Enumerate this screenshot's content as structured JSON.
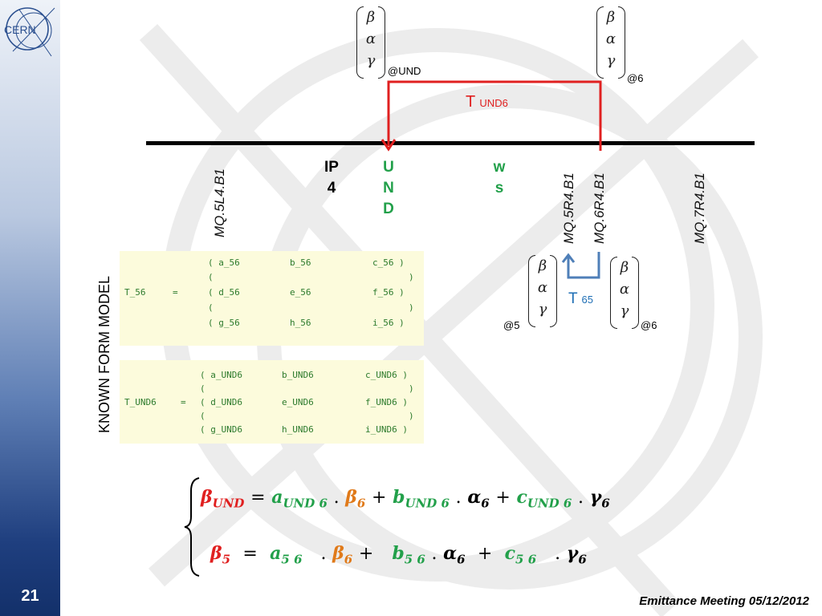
{
  "logo": {
    "text": "CERN"
  },
  "slide_number": "21",
  "footer": "Emittance Meeting 05/12/2012",
  "twiss": {
    "beta": "β",
    "alpha": "α",
    "gamma": "γ",
    "at_und": "@UND",
    "at_6_top": "@6",
    "at_5": "@5",
    "at_6_small": "@6"
  },
  "transfer": {
    "t_und6_main": "T",
    "t_und6_sub": "UND6",
    "t_65_main": "T",
    "t_65_sub": "65"
  },
  "elements": {
    "mq5l4": "MQ.5L4.B1",
    "ip4_line1": "IP",
    "ip4_line2": "4",
    "und_line1": "U",
    "und_line2": "N",
    "und_line3": "D",
    "ws_line1": "w",
    "ws_line2": "s",
    "mq5r4": "MQ.5R4.B1",
    "mq6r4": "MQ.6R4.B1",
    "mq7r4": "MQ.7R4.B1"
  },
  "known_form_label": "KNOWN FORM MODEL",
  "matrix_t56": {
    "name": "T_56",
    "eq": "=",
    "row1": "( a_56",
    "row1_b": "b_56",
    "row1_c": "c_56 )",
    "row2": "(",
    "row2_end": ")",
    "row3": "( d_56",
    "row3_b": "e_56",
    "row3_c": "f_56 )",
    "row4": "(",
    "row4_end": ")",
    "row5": "( g_56",
    "row5_b": "h_56",
    "row5_c": "i_56 )"
  },
  "matrix_tund6": {
    "name": "T_UND6",
    "eq": "=",
    "row1": "( a_UND6",
    "row1_b": "b_UND6",
    "row1_c": "c_UND6 )",
    "row2": "(",
    "row2_end": ")",
    "row3": "( d_UND6",
    "row3_b": "e_UND6",
    "row3_c": "f_UND6 )",
    "row4": "(",
    "row4_end": ")",
    "row5": "( g_UND6",
    "row5_b": "h_UND6",
    "row5_c": "i_UND6 )"
  },
  "equations": {
    "eq1": {
      "lhs": "β",
      "lhs_sub": "UND",
      "eqsign": "=",
      "a": "a",
      "a_sub": "UND 6",
      "dot1": ".",
      "beta6": "β",
      "beta6_sub": "6",
      "plus1": "+",
      "b": "b",
      "b_sub": "UND 6",
      "dot2": ".",
      "alpha6": "α",
      "alpha6_sub": "6",
      "plus2": "+",
      "c": "c",
      "c_sub": "UND 6",
      "dot3": ".",
      "gamma6": "γ",
      "gamma6_sub": "6"
    },
    "eq2": {
      "lhs": "β",
      "lhs_sub": "5",
      "eqsign": "=",
      "a": "a",
      "a_sub": "5 6",
      "dot1": ".",
      "beta6": "β",
      "beta6_sub": "6",
      "plus1": "+",
      "b": "b",
      "b_sub": "5 6",
      "dot2": ".",
      "alpha6": "α",
      "alpha6_sub": "6",
      "plus2": "+",
      "c": "c",
      "c_sub": "5 6",
      "dot3": ".",
      "gamma6": "γ",
      "gamma6_sub": "6"
    }
  },
  "colors": {
    "red": "#e02020",
    "green": "#22a04a",
    "orange": "#e07a1a",
    "blue": "#1f6fb5",
    "steel": "#4f7fb8"
  }
}
